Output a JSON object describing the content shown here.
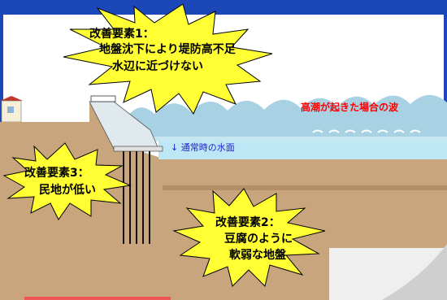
{
  "diagram": {
    "colors": {
      "sky": "#ffffff",
      "ground": "#c9a57e",
      "sea": "#bde7f5",
      "wave": "#9bc6d8",
      "starburst": "#ffff33",
      "title_bar": "#1c47b8",
      "house_roof": "#c0392b",
      "label_red": "#ff0000",
      "label_blue": "#2222cc"
    },
    "factor1": {
      "title": "改善要素1：",
      "line1": "地盤沈下により堤防高不足",
      "line2": "水辺に近づけない"
    },
    "factor3": {
      "title": "改善要素3：",
      "line1": "民地が低い"
    },
    "factor2": {
      "title": "改善要素2：",
      "line1": "豆腐のように",
      "line2": "軟弱な地盤"
    },
    "storm_surge_label": "高潮が起きた場合の波",
    "normal_water_label": "↓ 通常時の水面"
  }
}
